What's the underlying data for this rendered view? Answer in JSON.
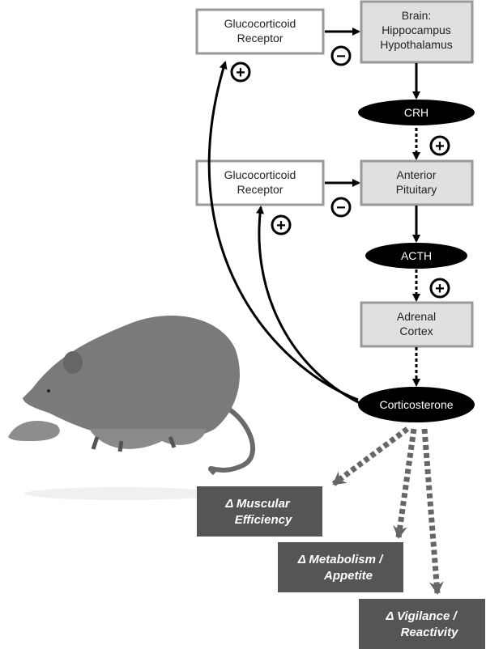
{
  "nodes": {
    "gr_top": {
      "line1": "Glucocorticoid",
      "line2": "Receptor"
    },
    "brain": {
      "line1": "Brain:",
      "line2": "Hippocampus",
      "line3": "Hypothalamus"
    },
    "crh": "CRH",
    "gr_mid": {
      "line1": "Glucocorticoid",
      "line2": "Receptor"
    },
    "pituitary": {
      "line1": "Anterior",
      "line2": "Pituitary"
    },
    "acth": "ACTH",
    "adrenal": {
      "line1": "Adrenal",
      "line2": "Cortex"
    },
    "corticosterone": "Corticosterone"
  },
  "effects": [
    {
      "line1": "Δ Muscular",
      "line2": "Efficiency"
    },
    {
      "line1": "Δ Metabolism /",
      "line2": "Appetite"
    },
    {
      "line1": "Δ Vigilance /",
      "line2": "Reactivity"
    }
  ],
  "signs": {
    "plus": "+",
    "minus": "−"
  },
  "colors": {
    "hormone_fill": "#000000",
    "organ_fill": "#e0e0e0",
    "box_border": "#999999",
    "effect_fill": "#555555",
    "effect_arrow": "#666666"
  },
  "illustration": "rat-mother-carrying-pup"
}
